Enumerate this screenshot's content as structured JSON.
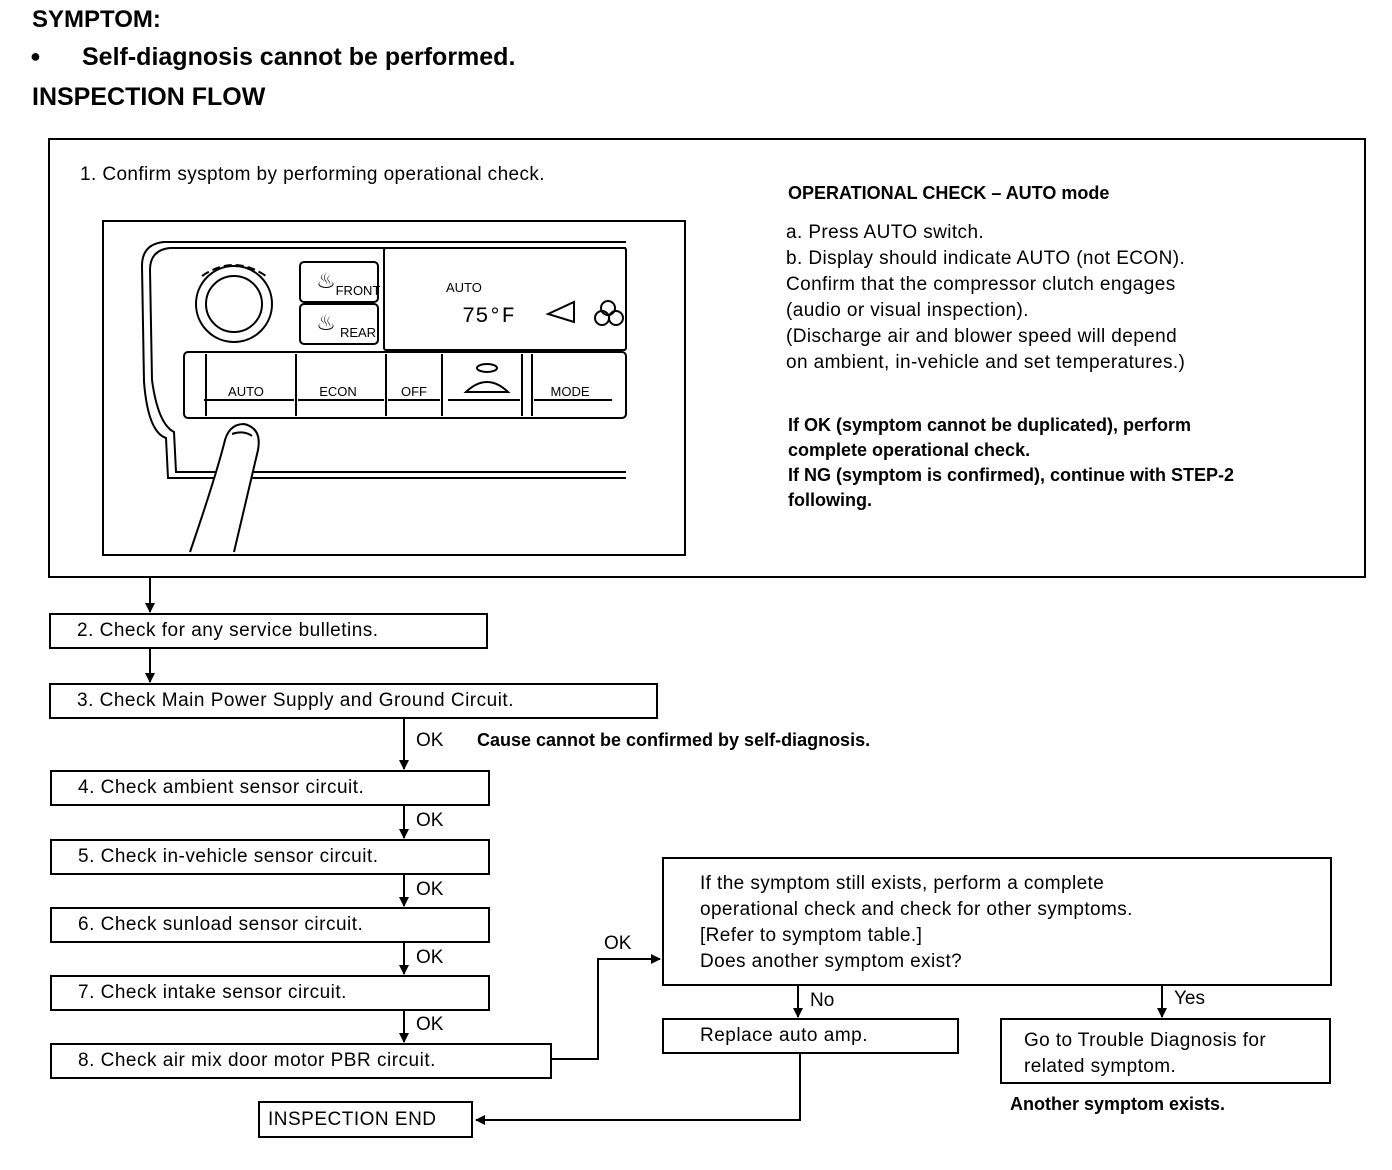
{
  "header": {
    "symptom_label": "SYMPTOM:",
    "bullet": "●",
    "symptom_text": "Self-diagnosis cannot be performed.",
    "flow_title": "INSPECTION FLOW"
  },
  "step1": {
    "text": "1. Confirm sysptom by performing operational check.",
    "op_title": "OPERATIONAL CHECK – AUTO mode",
    "op_lines": [
      "a. Press AUTO switch.",
      "b. Display should indicate AUTO (not ECON).",
      "Confirm that the compressor clutch engages",
      "(audio or visual inspection).",
      "(Discharge air and blower speed will depend",
      "on ambient, in-vehicle and set temperatures.)"
    ],
    "result_lines": [
      "If OK (symptom cannot be duplicated), perform",
      "complete operational check.",
      "If NG (symptom is confirmed), continue with STEP-2",
      "following."
    ],
    "panel": {
      "display_mode": "AUTO",
      "display_temp": "75°F",
      "front_label": "FRONT",
      "rear_label": "REAR",
      "buttons": [
        "AUTO",
        "ECON",
        "OFF",
        "",
        "MODE"
      ]
    }
  },
  "steps": [
    "2. Check for any service bulletins.",
    "3. Check Main Power Supply and Ground Circuit.",
    "4. Check ambient sensor circuit.",
    "5. Check in-vehicle sensor circuit.",
    "6. Check sunload sensor circuit.",
    "7. Check intake sensor circuit.",
    "8. Check air mix door motor PBR circuit."
  ],
  "ok_label": "OK",
  "cause_note": "Cause cannot be confirmed by self-diagnosis.",
  "question_lines": [
    "If the symptom still exists, perform a complete",
    "operational check and check for other symptoms.",
    "[Refer to symptom table.]",
    "Does another symptom exist?"
  ],
  "no_label": "No",
  "yes_label": "Yes",
  "replace_text": "Replace auto amp.",
  "goto_lines": [
    "Go to Trouble Diagnosis for",
    "related symptom."
  ],
  "another_note": "Another symptom exists.",
  "end_text": "INSPECTION END"
}
